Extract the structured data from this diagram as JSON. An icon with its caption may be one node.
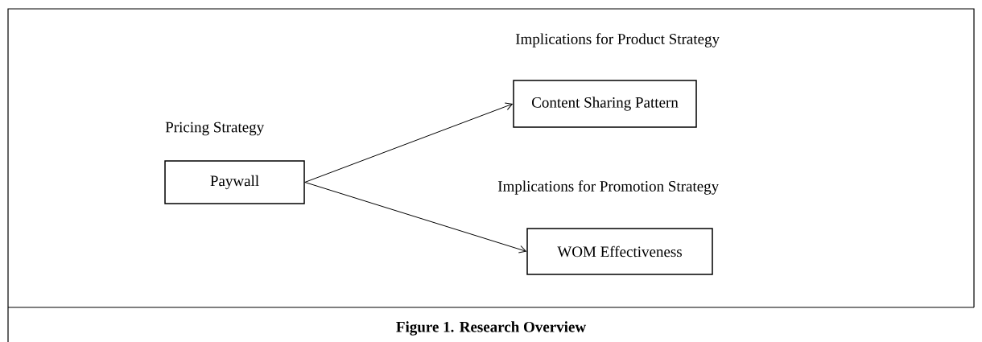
{
  "diagram": {
    "caption": "Figure 1.  Research Overview",
    "nodes": [
      {
        "text": [
          "Pricing Strategy",
          "Paywall"
        ]
      },
      {
        "text": [
          "Implications for Product Strategy",
          "Content Sharing Pattern"
        ]
      },
      {
        "text": [
          "Implications for Promotion Strategy",
          "WOM Effectiveness"
        ]
      }
    ],
    "edges": [
      {
        "from": 0,
        "to": 1,
        "arrow": "to"
      },
      {
        "from": 0,
        "to": 2,
        "arrow": "to"
      }
    ]
  }
}
